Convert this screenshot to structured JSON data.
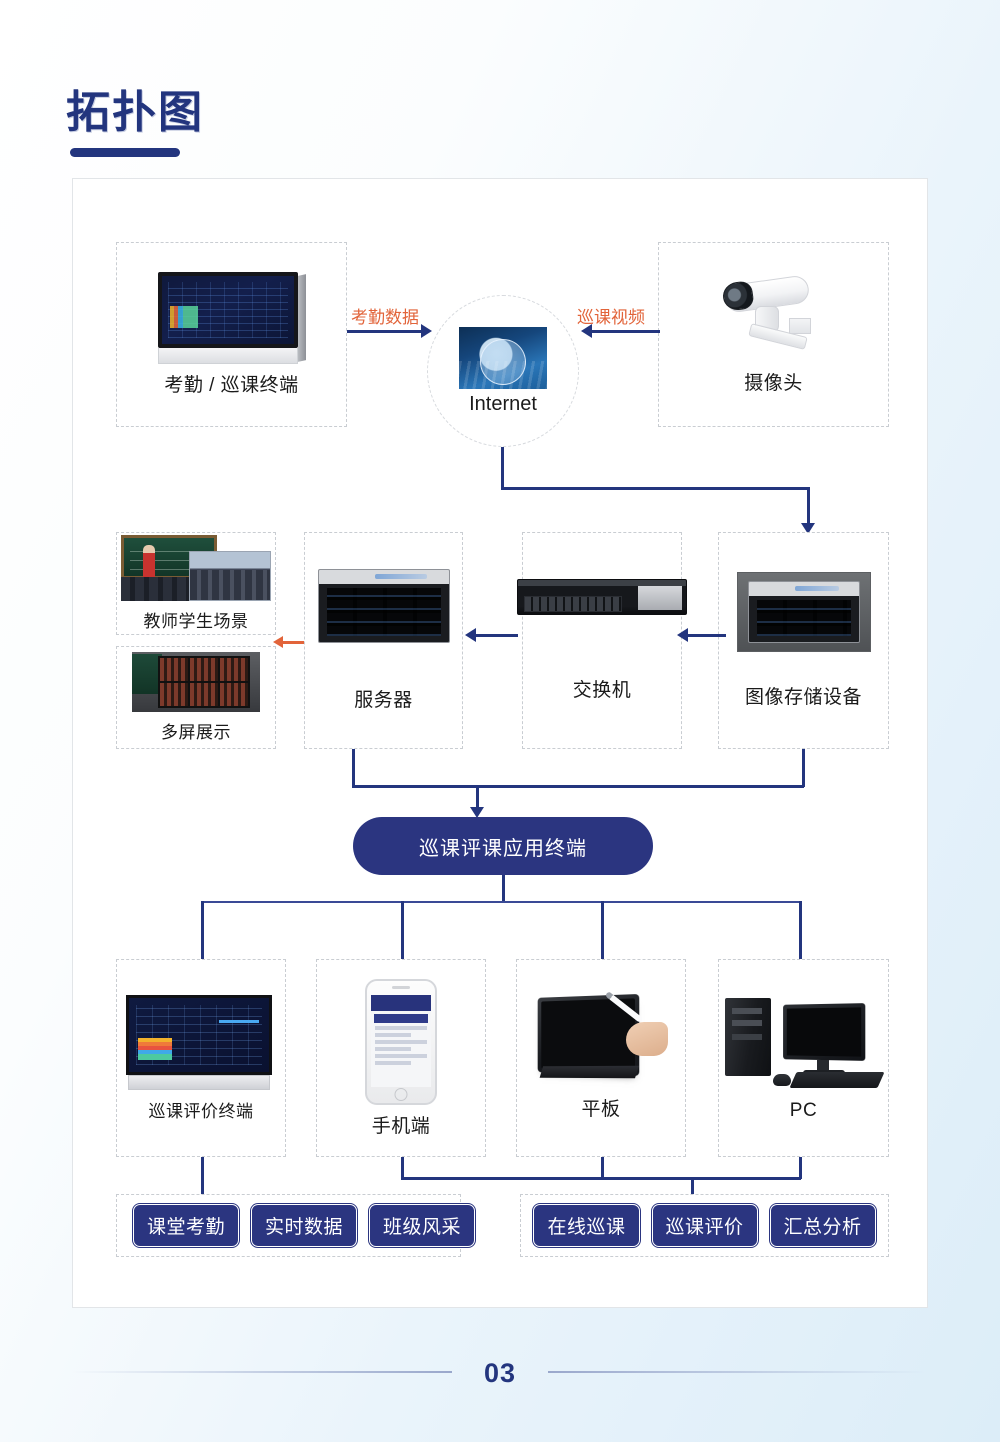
{
  "page": {
    "title": "拓扑图",
    "number": "03"
  },
  "flow_labels": {
    "attendance_data": "考勤数据",
    "patrol_video": "巡课视频"
  },
  "nodes": {
    "terminal": {
      "label": "考勤 / 巡课终端",
      "icon": "monitor-terminal-icon"
    },
    "internet": {
      "label": "Internet",
      "icon": "internet-globe-icon"
    },
    "camera": {
      "label": "摄像头",
      "icon": "bullet-camera-icon"
    },
    "teacher_scene": {
      "label": "教师学生场景",
      "icon": "classroom-photo-icon"
    },
    "multi_screen": {
      "label": "多屏展示",
      "icon": "video-wall-icon"
    },
    "server": {
      "label": "服务器",
      "icon": "rack-server-icon"
    },
    "switch": {
      "label": "交换机",
      "icon": "network-switch-icon"
    },
    "storage": {
      "label": "图像存储设备",
      "icon": "storage-array-icon"
    },
    "central": {
      "label": "巡课评课应用终端"
    },
    "eval_terminal": {
      "label": "巡课评价终端",
      "icon": "dashboard-monitor-icon"
    },
    "mobile": {
      "label": "手机端",
      "icon": "smartphone-icon"
    },
    "tablet": {
      "label": "平板",
      "icon": "tablet-stylus-icon"
    },
    "pc": {
      "label": "PC",
      "icon": "desktop-computer-icon"
    }
  },
  "tag_groups": [
    {
      "name": "attendance-tags",
      "tags": [
        "课堂考勤",
        "实时数据",
        "班级风采"
      ]
    },
    {
      "name": "patrol-tags",
      "tags": [
        "在线巡课",
        "巡课评价",
        "汇总分析"
      ]
    }
  ],
  "colors": {
    "brand_blue": "#23357e",
    "pill_blue": "#2b3580",
    "accent_orange": "#e2643a",
    "panel_border": "#e2e5e8",
    "node_border": "#c9cdd2"
  }
}
